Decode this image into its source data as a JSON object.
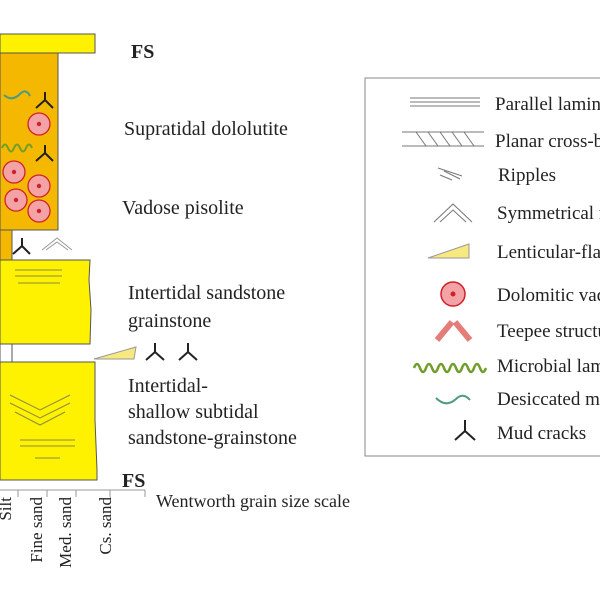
{
  "diagram": {
    "fs_top": "FS",
    "fs_bottom": "FS",
    "facies": [
      {
        "lines": [
          "Supratidal dololutite"
        ]
      },
      {
        "lines": [
          "Vadose pisolite"
        ]
      },
      {
        "lines": [
          "Intertidal sandstone",
          "grainstone"
        ]
      },
      {
        "lines": [
          "Intertidal-",
          "shallow subtidal",
          "sandstone-grainstone"
        ]
      }
    ],
    "grain_sizes": [
      "Silt",
      "Fine sand",
      "Med. sand",
      "Cs. sand"
    ],
    "scale_caption": "Wentworth grain size scale",
    "colors": {
      "orange_fill": "#F5B800",
      "yellow_fill": "#FFF200",
      "pisoid": "#F3A3A6",
      "pisoid_dot": "#D0202A",
      "teepee": "#E47C77",
      "microbial": "#8DBE3C",
      "desiccated": "#6BBFA6",
      "lenticular": "#F7E97F"
    }
  },
  "legend": {
    "items": [
      {
        "icon": "parallel-lamination-icon",
        "label": "Parallel lamination"
      },
      {
        "icon": "planar-cross-bedding-icon",
        "label": "Planar cross-bedding"
      },
      {
        "icon": "ripples-icon",
        "label": "Ripples"
      },
      {
        "icon": "symmetrical-ripples-icon",
        "label": "Symmetrical ripples"
      },
      {
        "icon": "lenticular-flaser-icon",
        "label": "Lenticular-flaser"
      },
      {
        "icon": "dolomitic-vadose-pisoid-icon",
        "label": "Dolomitic vadose pisoids"
      },
      {
        "icon": "teepee-structure-icon",
        "label": "Teepee structures"
      },
      {
        "icon": "microbial-lamination-icon",
        "label": "Microbial lamination"
      },
      {
        "icon": "desiccated-microbial-mat-icon",
        "label": "Desiccated microbial mat"
      },
      {
        "icon": "mud-cracks-icon",
        "label": "Mud cracks"
      }
    ]
  }
}
